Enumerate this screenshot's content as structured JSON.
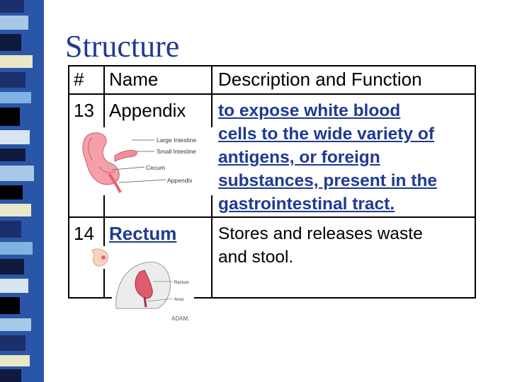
{
  "slide_title": "Structure",
  "table": {
    "headers": {
      "num": "#",
      "name": "Name",
      "desc": "Description and Function"
    },
    "rows": [
      {
        "num": "13",
        "name": "Appendix",
        "desc_lines": [
          "to expose white blood",
          "cells to the wide variety of",
          "antigens, or foreign",
          "substances, present in the",
          "gastrointestinal tract."
        ],
        "image_labels": [
          "Large Intestine",
          "Small Intestine",
          "Cecum",
          "Appendix"
        ]
      },
      {
        "num": "14",
        "name": "Rectum",
        "desc_lines": [
          "Stores and releases waste",
          "and stool."
        ],
        "image_labels": [
          "Rectum",
          "Anus"
        ],
        "credit": "ADAM."
      }
    ]
  }
}
